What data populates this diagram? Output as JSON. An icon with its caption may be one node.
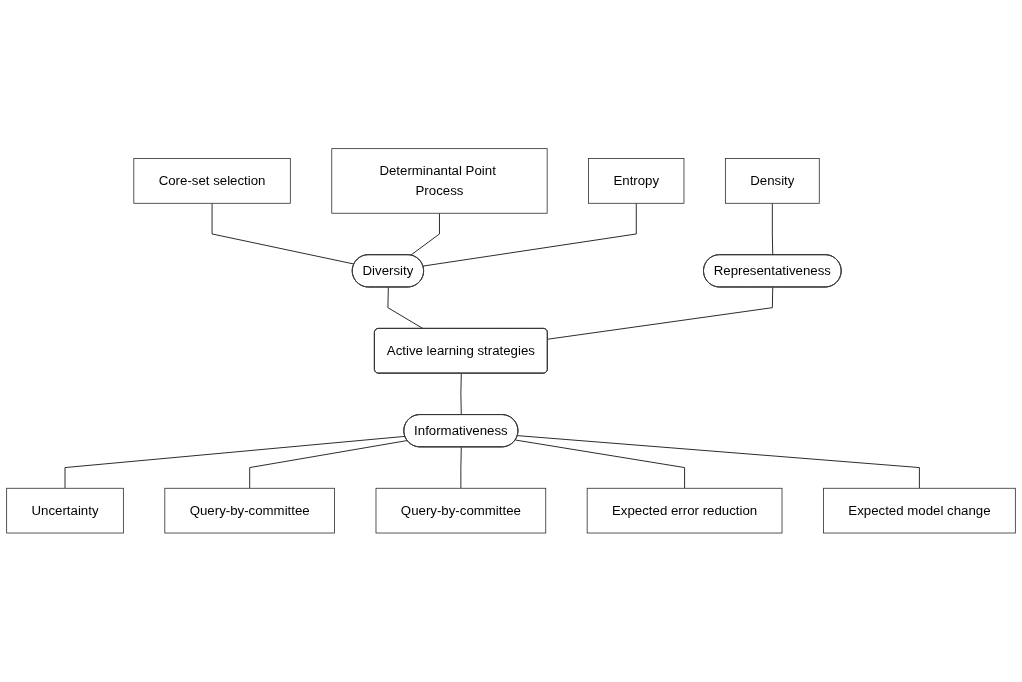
{
  "diagram": {
    "nodes": [
      {
        "text": [
          "Active learning strategies"
        ]
      },
      {
        "text": [
          "Diversity"
        ]
      },
      {
        "text": [
          "Core-set selection"
        ]
      },
      {
        "text": [
          "Determinantal Point Process"
        ]
      },
      {
        "text": [
          "Entropy"
        ]
      },
      {
        "text": [
          "Representativeness"
        ]
      },
      {
        "text": [
          "Density"
        ]
      },
      {
        "text": [
          "Informativeness"
        ]
      },
      {
        "text": [
          "Uncertainty"
        ]
      },
      {
        "text": [
          "Query-by-committee"
        ]
      },
      {
        "text": [
          "Query-by-committee"
        ]
      },
      {
        "text": [
          "Expected error reduction"
        ]
      },
      {
        "text": [
          "Expected model change"
        ]
      }
    ],
    "edges": [
      {
        "from": 1,
        "to": 0,
        "arrow": "none"
      },
      {
        "from": 5,
        "to": 0,
        "arrow": "none"
      },
      {
        "from": 0,
        "to": 7,
        "arrow": "none"
      },
      {
        "from": 2,
        "to": 1,
        "arrow": "none"
      },
      {
        "from": 3,
        "to": 1,
        "arrow": "none"
      },
      {
        "from": 4,
        "to": 1,
        "arrow": "none"
      },
      {
        "from": 6,
        "to": 5,
        "arrow": "none"
      },
      {
        "from": 7,
        "to": 8,
        "arrow": "none"
      },
      {
        "from": 7,
        "to": 9,
        "arrow": "none"
      },
      {
        "from": 7,
        "to": 10,
        "arrow": "none"
      },
      {
        "from": 7,
        "to": 11,
        "arrow": "none"
      },
      {
        "from": 7,
        "to": 12,
        "arrow": "none"
      }
    ]
  }
}
